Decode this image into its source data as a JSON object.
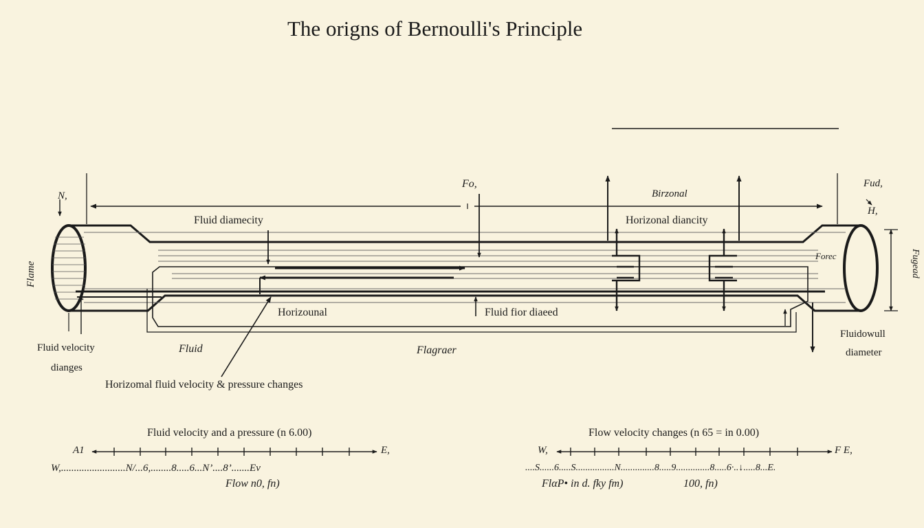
{
  "title": "The origns of Bernoulli's Principle",
  "labels": {
    "n_left": "N,",
    "flame": "Flame",
    "fluid_diamecity": "Fluid diamecity",
    "fo_top": "Fo,",
    "birzonal": "Birzonal",
    "fud": "Fud,",
    "h_right": "H,",
    "horizonal_diancity": "Horizonal diancity",
    "forec": "Forec",
    "right_vertical": "Fugead",
    "horizounal": "Horizounal",
    "fluid_fior_diaeed": "Fluid fior diaeed",
    "fluid_velocity_line1": "Fluid velocity",
    "fluid_velocity_line2": "dianges",
    "fluid": "Fluid",
    "flagraer": "Flagraer",
    "fluidowull": "Fluidowull",
    "diameter": "diameter",
    "callout": "Horizomal  fluid velocity & pressure changes"
  },
  "scale_left": {
    "caption": "Fluid velocity and a pressure (n 6.00)",
    "end_left": "A1",
    "end_right": "E,",
    "dot_row": "W,.........................N/...6,........8.....6...N’....8’.......Ev",
    "axis_label": "Flow n0, fn)"
  },
  "scale_right": {
    "caption": "Flow velocity changes (n  65 = in 0.00)",
    "end_left": "W,",
    "end_right": "F E,",
    "dot_row": "....S......6.....S................N..............8.....9..............8.....6·..↓.....8...E.",
    "axis_label_a": "FlαP• in d. fky fm)",
    "axis_label_b": "100, fn)"
  },
  "colors": {
    "background": "#f9f3df",
    "ink": "#1a1a1a"
  }
}
